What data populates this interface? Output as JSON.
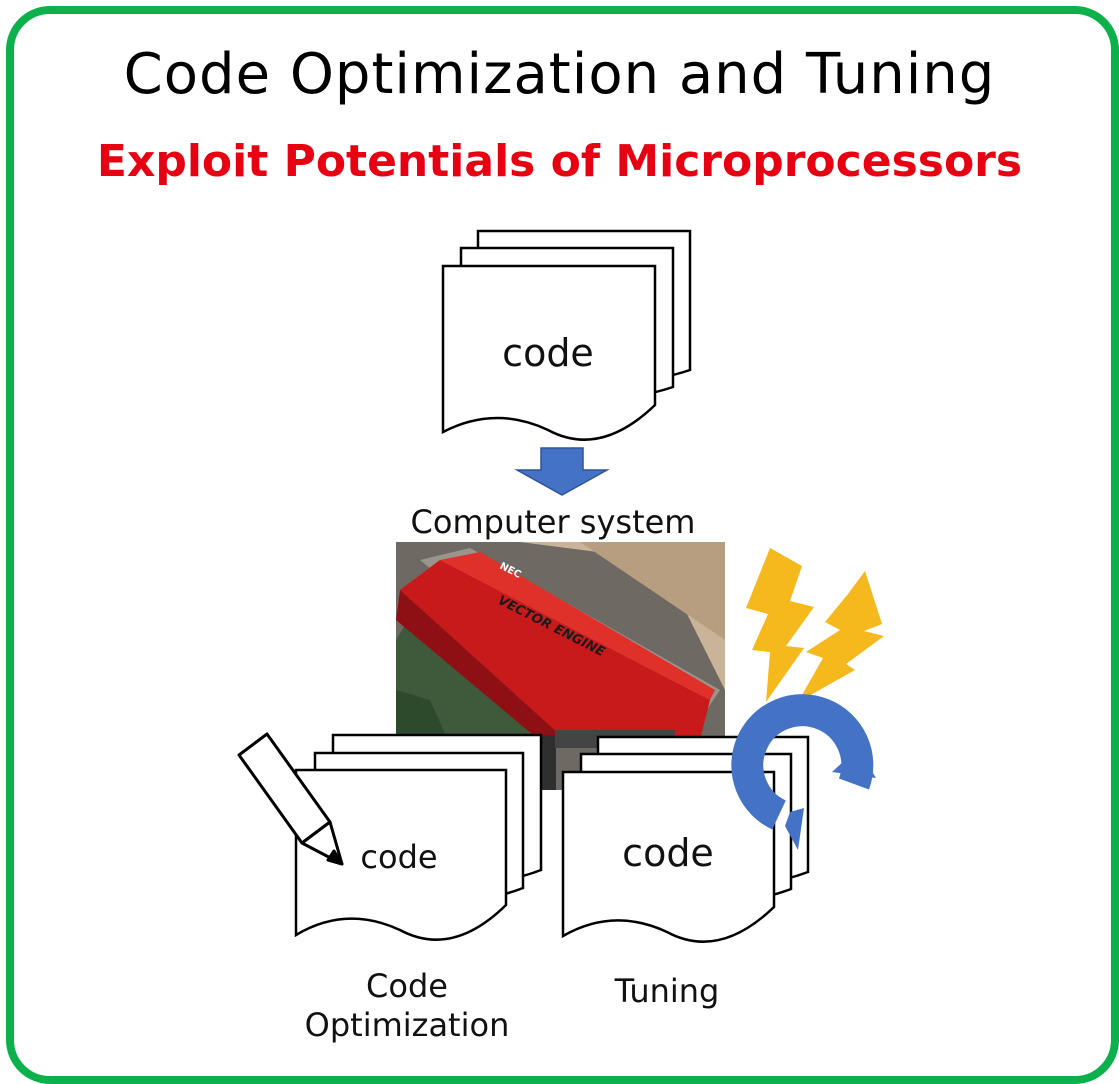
{
  "title": "Code Optimization and Tuning",
  "subtitle": "Exploit Potentials of Microprocessors",
  "top_doc_label": "code",
  "system_label": "Computer system",
  "photo": {
    "brand": "NEC",
    "product": "VECTOR ENGINE"
  },
  "left_doc_label": "code",
  "right_doc_label": "code",
  "left_caption": {
    "line1": "Code",
    "line2": "Optimization"
  },
  "right_caption": "Tuning",
  "colors": {
    "frame": "#0db14b",
    "subtitle": "#e60012",
    "arrow": "#4472c4",
    "lightning": "#f5b91e",
    "cycle": "#4472c4"
  }
}
